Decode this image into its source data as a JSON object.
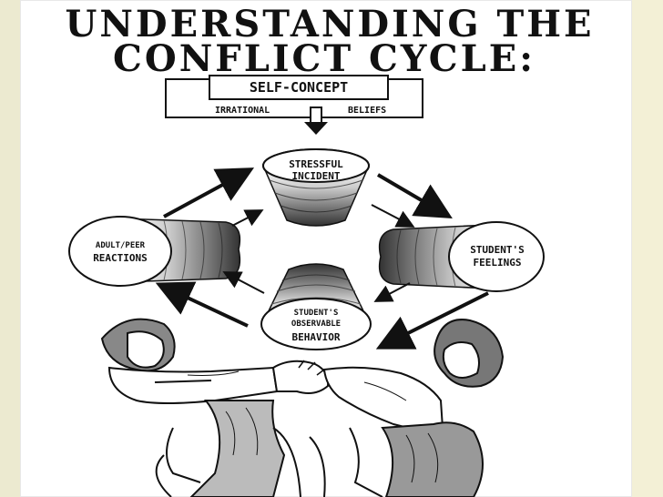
{
  "slide": {
    "accent_colors": {
      "frame": "#f3f0d6",
      "rule": "#3a1c4a"
    }
  },
  "title": {
    "line1": "UNDERSTANDING THE",
    "line2": "CONFLICT CYCLE:"
  },
  "self_concept": {
    "label": "SELF-CONCEPT",
    "left": "IRRATIONAL",
    "right": "BELIEFS"
  },
  "nodes": {
    "top": {
      "line1": "STRESSFUL",
      "line2": "INCIDENT"
    },
    "right": {
      "line1": "STUDENT'S",
      "line2": "FEELINGS"
    },
    "bottom": {
      "line1": "STUDENT'S",
      "line2": "OBSERVABLE",
      "line3": "BEHAVIOR"
    },
    "left": {
      "line1": "ADULT/PEER",
      "line2": "REACTIONS"
    }
  },
  "illustration": {
    "icon": "two-students-struggling-illustration"
  }
}
